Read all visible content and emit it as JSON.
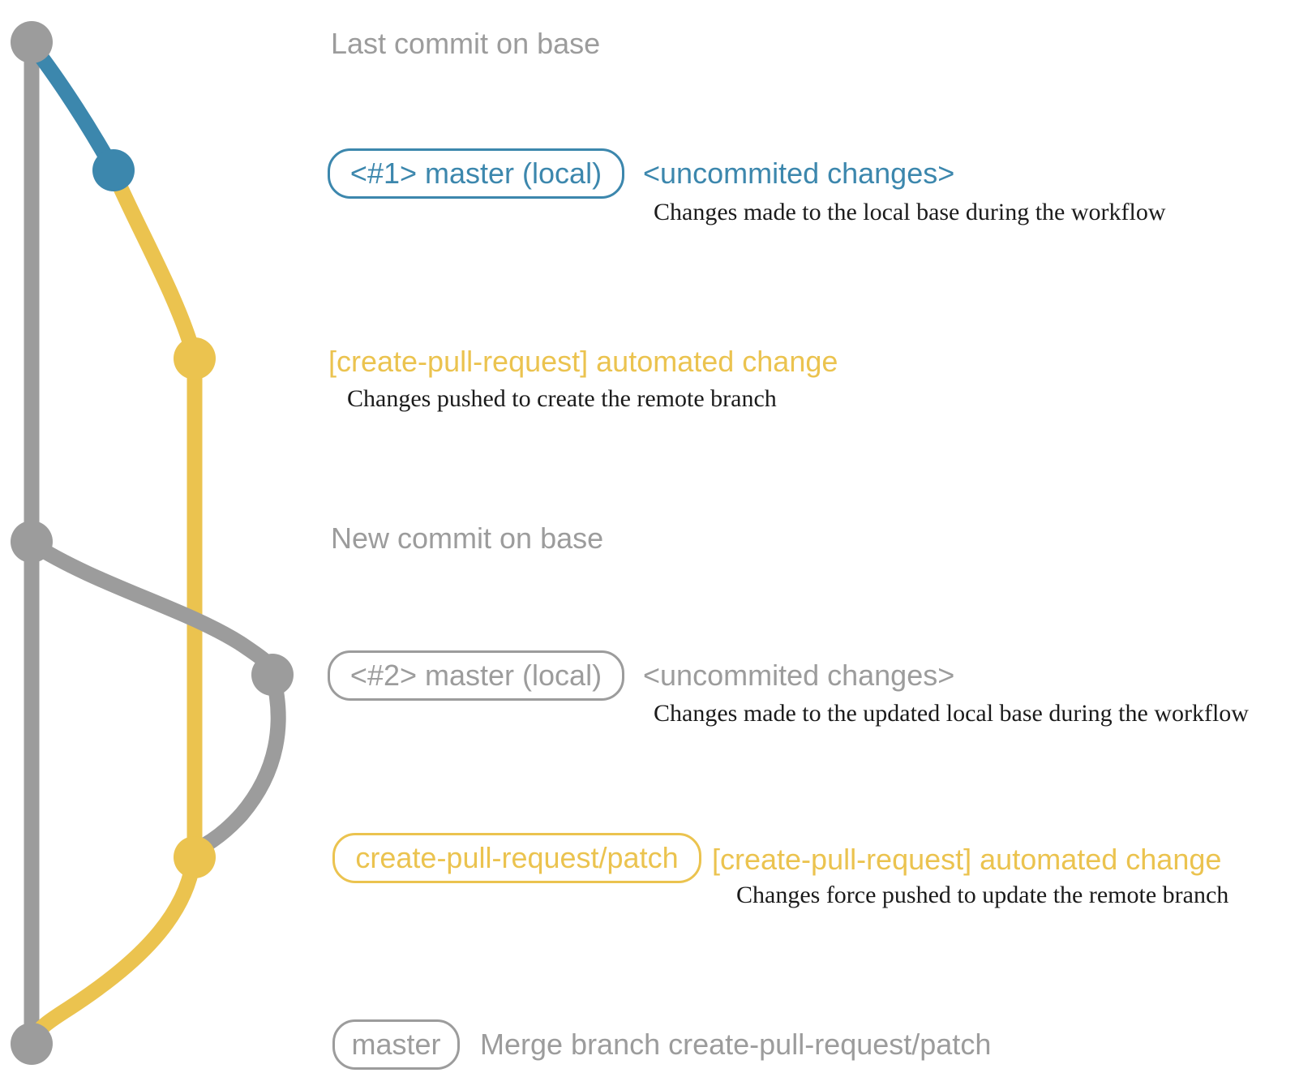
{
  "colors": {
    "gray": "#9c9c9c",
    "blue": "#3c87ad",
    "yellow": "#ebc34f",
    "ink": "#1b1b1b",
    "background": "#ffffff"
  },
  "rows": {
    "last_commit": {
      "label": "Last commit on base"
    },
    "workflow1": {
      "branch_badge": "<#1> master (local)",
      "commit_message": "<uncommited changes>",
      "description": "Changes made to the local base during the workflow"
    },
    "push1": {
      "commit_message": "[create-pull-request] automated change",
      "description": "Changes pushed to create the remote branch"
    },
    "new_commit": {
      "label": "New commit on base"
    },
    "workflow2": {
      "branch_badge": "<#2> master (local)",
      "commit_message": "<uncommited changes>",
      "description": "Changes made to the updated local base during the workflow"
    },
    "push2": {
      "branch_badge": "create-pull-request/patch",
      "commit_message": "[create-pull-request] automated change",
      "description": "Changes force pushed to update the remote branch"
    },
    "merge": {
      "branch_badge": "master",
      "commit_message": "Merge branch create-pull-request/patch"
    }
  }
}
